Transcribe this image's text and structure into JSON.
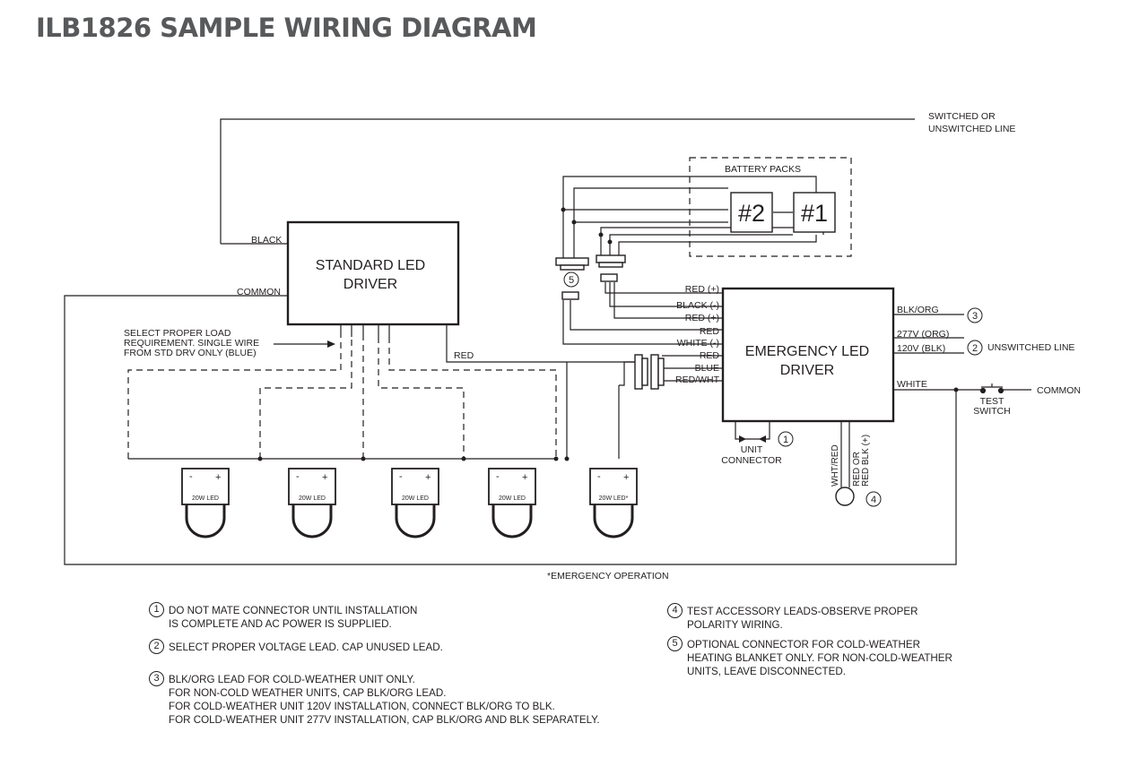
{
  "title": "ILB1826 SAMPLE WIRING DIAGRAM",
  "labels": {
    "switched_line_1": "SWITCHED OR",
    "switched_line_2": "UNSWITCHED LINE",
    "battery_packs": "BATTERY PACKS",
    "battery_2": "#2",
    "battery_1": "#1",
    "standard_driver_1": "STANDARD LED",
    "standard_driver_2": "DRIVER",
    "emergency_driver_1": "EMERGENCY LED",
    "emergency_driver_2": "DRIVER",
    "black": "BLACK",
    "common_left": "COMMON",
    "common_right": "COMMON",
    "select_load_1": "SELECT PROPER LOAD",
    "select_load_2": "REQUIREMENT. SINGLE WIRE",
    "select_load_3": "FROM STD DRV ONLY (BLUE)",
    "red_mid": "RED",
    "unswitched_line": "UNSWITCHED LINE",
    "test_switch_1": "TEST",
    "test_switch_2": "SWITCH",
    "unit_connector_1": "UNIT",
    "unit_connector_2": "CONNECTOR",
    "wht_red": "WHT/RED",
    "red_or_red_blk_1": "RED OR",
    "red_or_red_blk_2": "RED BLK (+)",
    "emergency_operation": "*EMERGENCY OPERATION",
    "minus": "-",
    "plus": "+"
  },
  "emergency_left_wires": [
    "RED (+)",
    "BLACK (-)",
    "RED (+)",
    "RED",
    "WHITE (-)",
    "RED",
    "BLUE",
    "RED/WHT"
  ],
  "emergency_right_wires": [
    "BLK/ORG",
    "277V (ORG)",
    "120V (BLK)",
    "WHITE"
  ],
  "callouts": {
    "c1": "1",
    "c2": "2",
    "c3": "3",
    "c4": "4",
    "c5": "5"
  },
  "leds": [
    "20W LED",
    "20W LED",
    "20W LED",
    "20W LED",
    "20W LED*"
  ],
  "notes": [
    {
      "num": "1",
      "text": "DO NOT MATE CONNECTOR UNTIL INSTALLATION\nIS COMPLETE AND AC POWER IS SUPPLIED."
    },
    {
      "num": "2",
      "text": "SELECT PROPER VOLTAGE LEAD. CAP UNUSED LEAD."
    },
    {
      "num": "3",
      "text": "BLK/ORG LEAD FOR COLD-WEATHER UNIT ONLY.\nFOR NON-COLD WEATHER UNITS, CAP BLK/ORG LEAD.\nFOR COLD-WEATHER UNIT 120V INSTALLATION, CONNECT BLK/ORG TO BLK.\nFOR COLD-WEATHER UNIT 277V INSTALLATION, CAP BLK/ORG AND BLK SEPARATELY."
    },
    {
      "num": "4",
      "text": "TEST ACCESSORY LEADS-OBSERVE PROPER\nPOLARITY WIRING."
    },
    {
      "num": "5",
      "text": "OPTIONAL CONNECTOR FOR COLD-WEATHER\nHEATING BLANKET ONLY. FOR NON-COLD-WEATHER\nUNITS, LEAVE DISCONNECTED."
    }
  ]
}
